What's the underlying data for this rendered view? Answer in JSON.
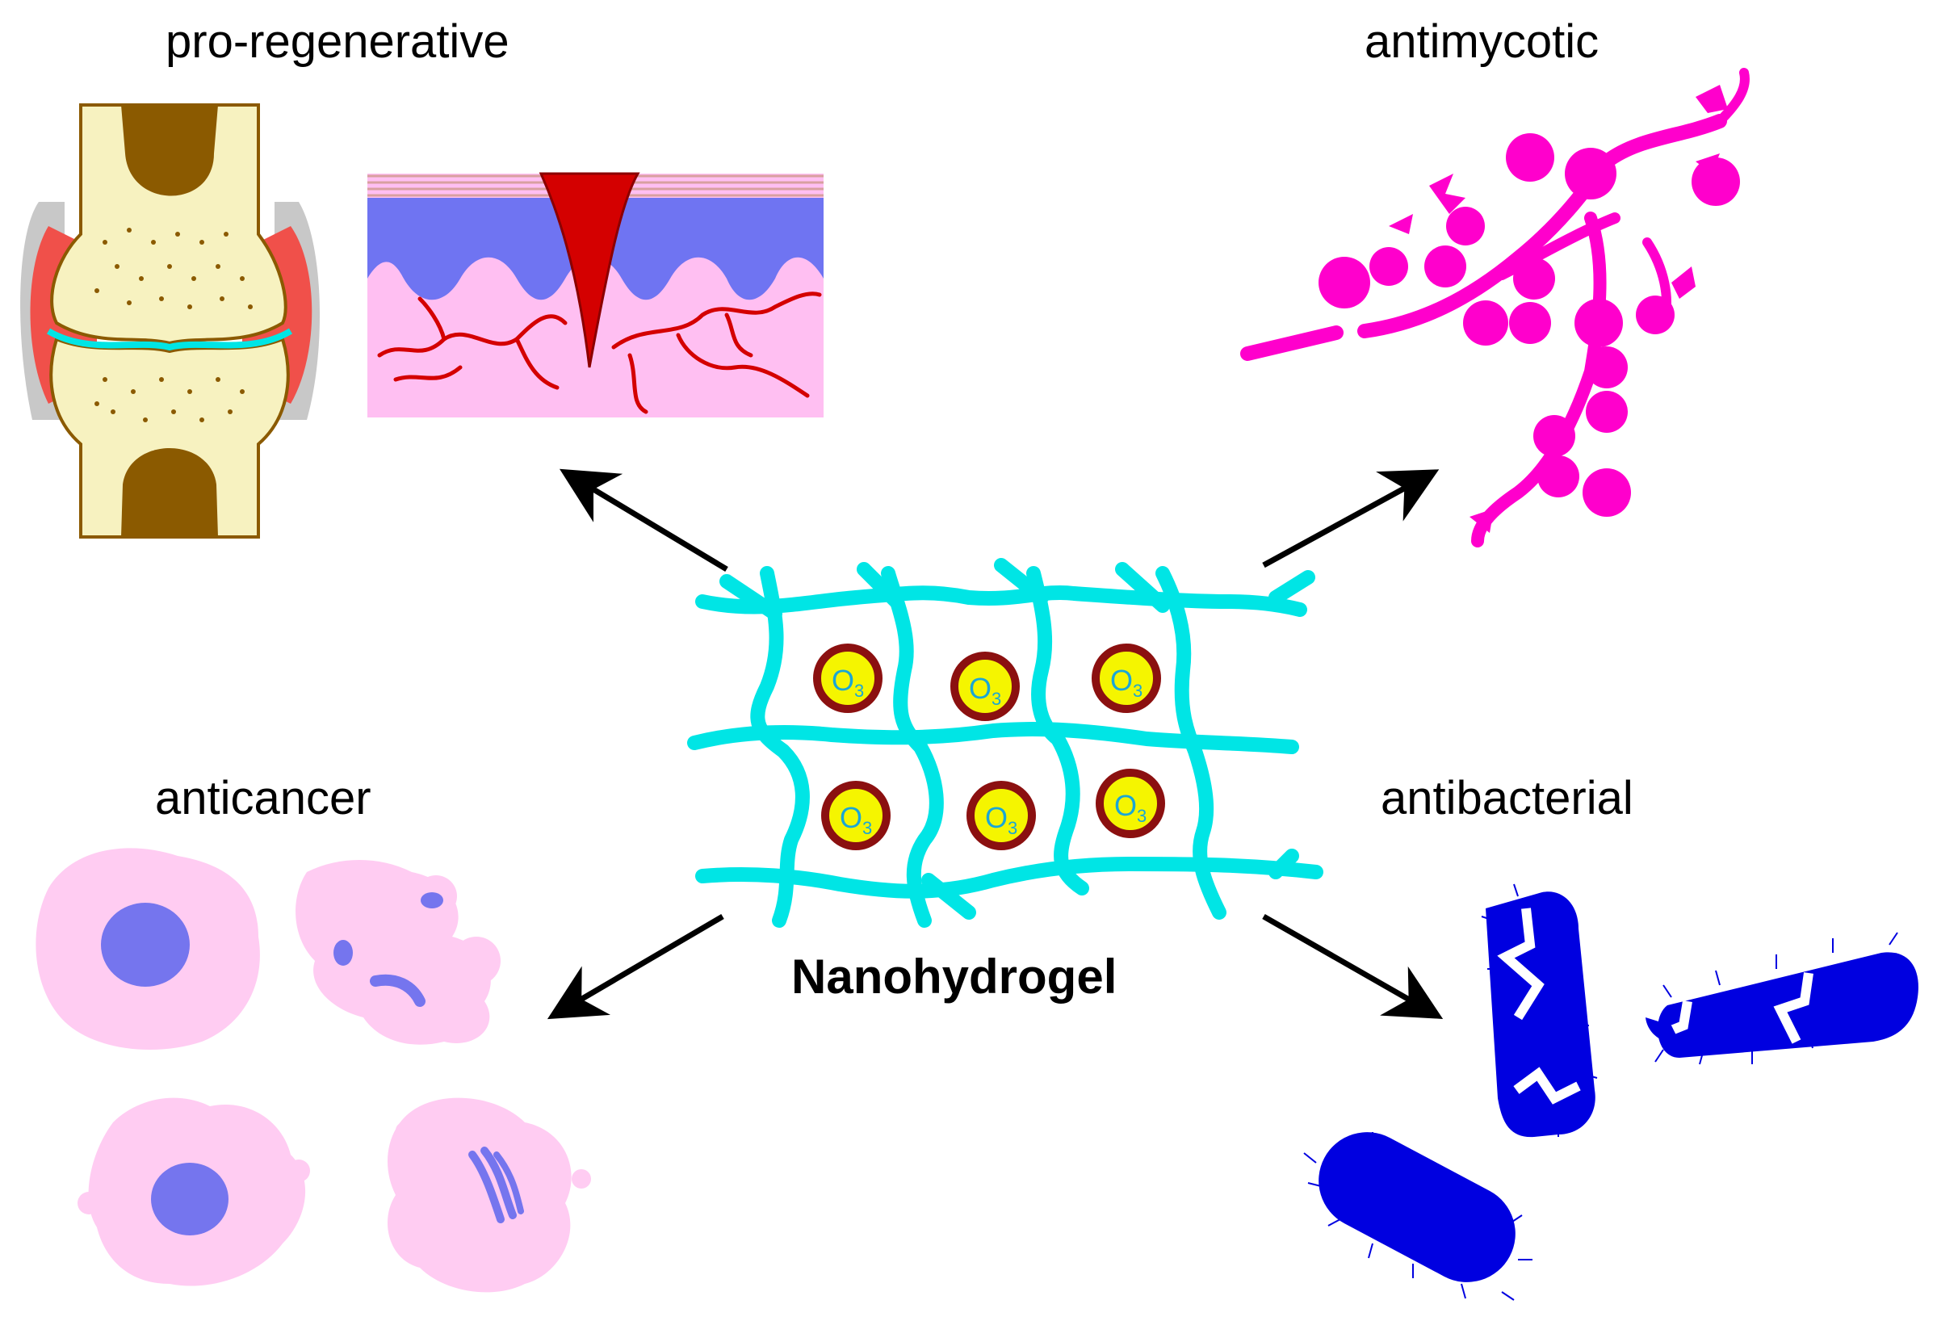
{
  "labels": {
    "top_left": "pro-regenerative",
    "top_right": "antimycotic",
    "bottom_left": "anticancer",
    "bottom_right": "antibacterial",
    "center": "Nanohydrogel"
  },
  "molecule": {
    "symbol": "O",
    "subscript": "3",
    "count": 6
  },
  "colors": {
    "hydrogel": "#00e5e5",
    "ozone_fill": "#f5f500",
    "ozone_ring": "#8b1010",
    "bone": "#f7f2c0",
    "marrow": "#8b5a00",
    "skin_epidermis": "#6f74f2",
    "skin_dermis": "#ffbff2",
    "vessel": "#d40000",
    "fungus": "#ff00cc",
    "cancer_cell": "#ffccf2",
    "nucleus": "#7575ee",
    "bacteria": "#0000e0"
  }
}
